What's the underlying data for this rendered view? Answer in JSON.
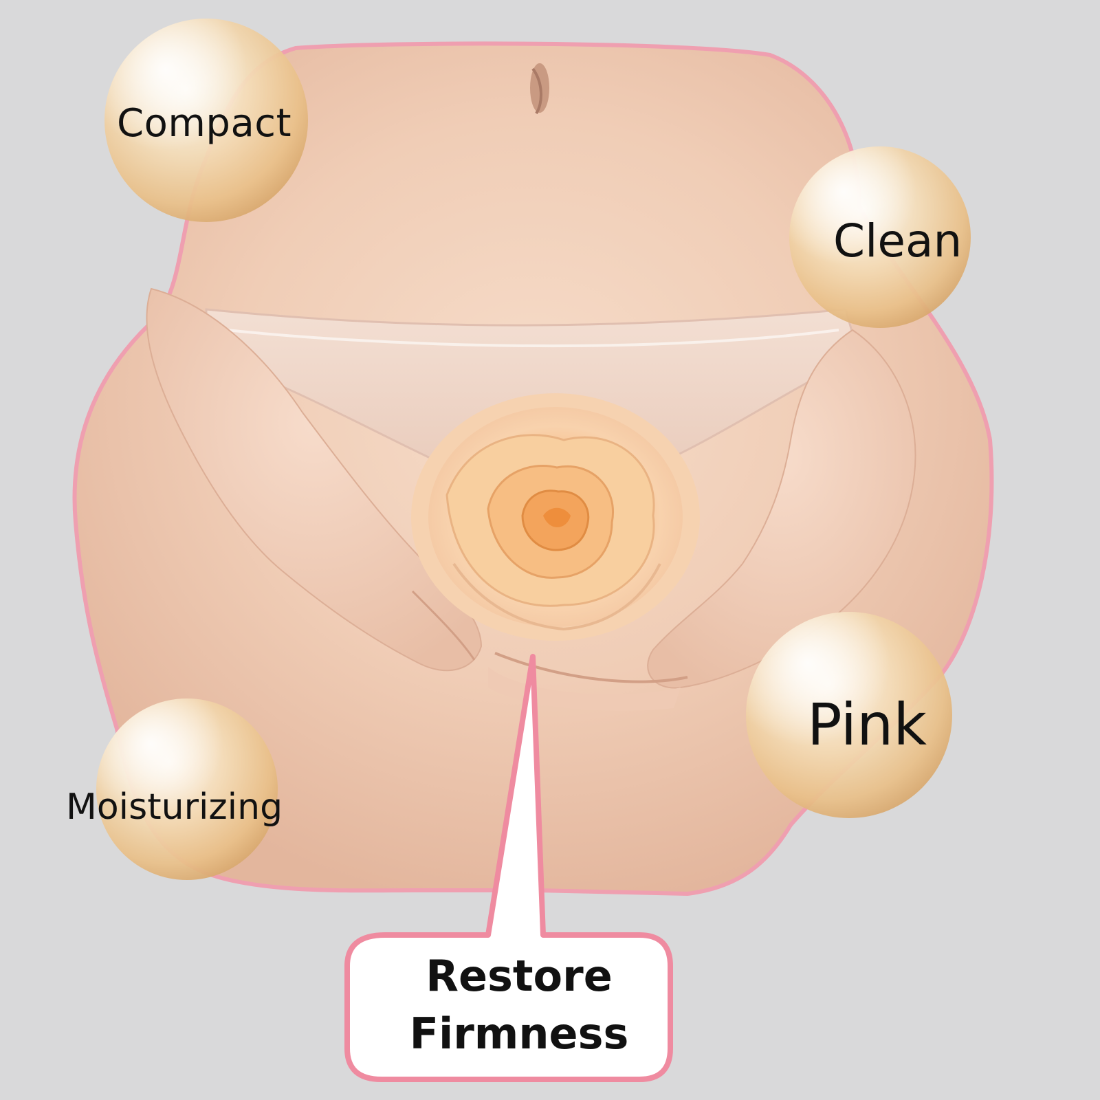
{
  "labels": {
    "compact": "Compact",
    "clean": "Clean",
    "pink": "Pink",
    "moisturizing": "Moisturizing"
  },
  "callout": {
    "line1": "Restore",
    "line2": "Firmness"
  },
  "colors": {
    "background": "#d9d9da",
    "skin": "#f2d2bc",
    "accent_pink": "#ef8ba0",
    "rose": "#f6c79a",
    "pearl": "#f3d3a6"
  },
  "icons": {
    "flower": "rose-icon"
  }
}
